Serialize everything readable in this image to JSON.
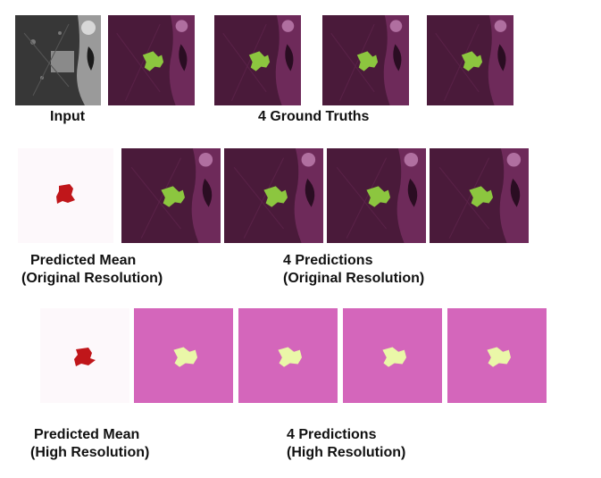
{
  "colors": {
    "gt_background": "#4a1a3a",
    "gt_lesion": "#8cc63f",
    "hr_background": "#d466bb",
    "hr_lesion": "#eaf7a8",
    "mean_lesion": "#c0161a"
  },
  "rows": {
    "top": {
      "input_label": "Input",
      "ground_truth_label": "4 Ground Truths"
    },
    "middle": {
      "mean_label_line1": "Predicted Mean",
      "mean_label_line2": "(Original Resolution)",
      "pred_label_line1": "4 Predictions",
      "pred_label_line2": "(Original Resolution)"
    },
    "bottom": {
      "mean_label_line1": "Predicted Mean",
      "mean_label_line2": "(High Resolution)",
      "pred_label_line1": "4 Predictions",
      "pred_label_line2": "(High Resolution)"
    }
  }
}
